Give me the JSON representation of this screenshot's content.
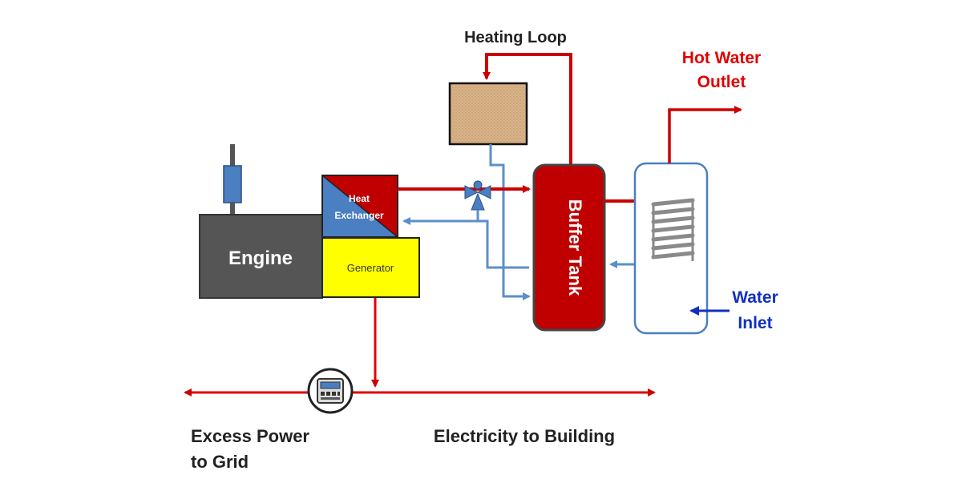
{
  "diagram": {
    "heating_loop_label": "Heating Loop",
    "hot_water_outlet_line1": "Hot Water",
    "hot_water_outlet_line2": "Outlet",
    "water_inlet_line1": "Water",
    "water_inlet_line2": "Inlet",
    "engine_label": "Engine",
    "heat_exchanger_line1": "Heat",
    "heat_exchanger_line2": "Exchanger",
    "generator_label": "Generator",
    "buffer_tank_label": "Buffer Tank",
    "excess_power_line1": "Excess Power",
    "excess_power_line2": "to Grid",
    "electricity_label": "Electricity to Building"
  },
  "colors": {
    "hot": "#cc0000",
    "cold": "#5b8fc9",
    "label_red": "#e00000",
    "label_blue": "#1030c0",
    "engine": "#555555",
    "generator": "#ffff00",
    "buffer_tank": "#c00000",
    "radiator": "#d9b48a"
  }
}
